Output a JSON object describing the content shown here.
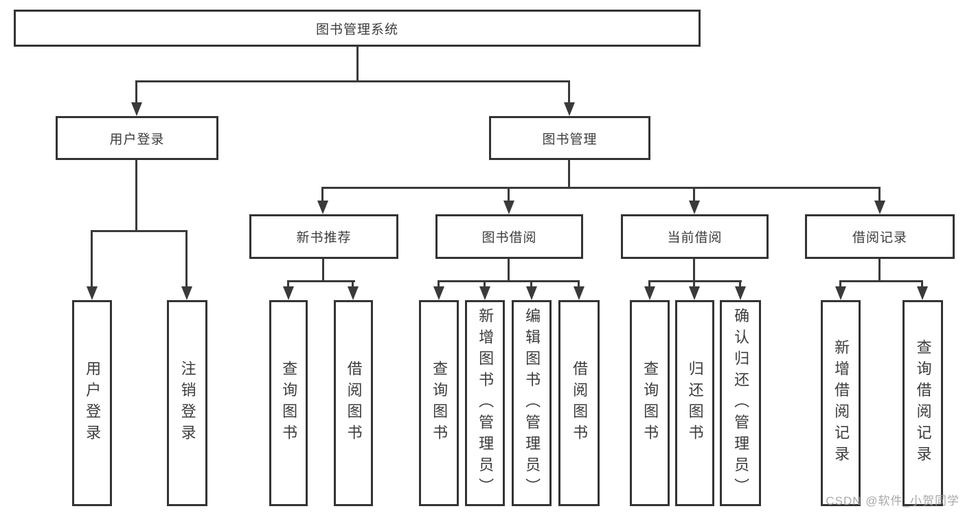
{
  "tree": {
    "label": "图书管理系统",
    "children": [
      {
        "label": "用户登录",
        "children": [
          {
            "label": "用户登录"
          },
          {
            "label": "注销登录"
          }
        ]
      },
      {
        "label": "图书管理",
        "children": [
          {
            "label": "新书推荐",
            "children": [
              {
                "label": "查询图书"
              },
              {
                "label": "借阅图书"
              }
            ]
          },
          {
            "label": "图书借阅",
            "children": [
              {
                "label": "查询图书"
              },
              {
                "label": "新增图书（管理员）"
              },
              {
                "label": "编辑图书（管理员）"
              },
              {
                "label": "借阅图书"
              }
            ]
          },
          {
            "label": "当前借阅",
            "children": [
              {
                "label": "查询图书"
              },
              {
                "label": "归还图书"
              },
              {
                "label": "确认归还（管理员）"
              }
            ]
          },
          {
            "label": "借阅记录",
            "children": [
              {
                "label": "新增借阅记录"
              },
              {
                "label": "查询借阅记录"
              }
            ]
          }
        ]
      }
    ]
  },
  "watermark": {
    "text": "CSDN @软件_小贺同学"
  },
  "colors": {
    "line": "#3a3a3a",
    "border": "#333333",
    "text": "#3c3c3c",
    "watermark": "#9e9e9e",
    "background": "#ffffff"
  }
}
